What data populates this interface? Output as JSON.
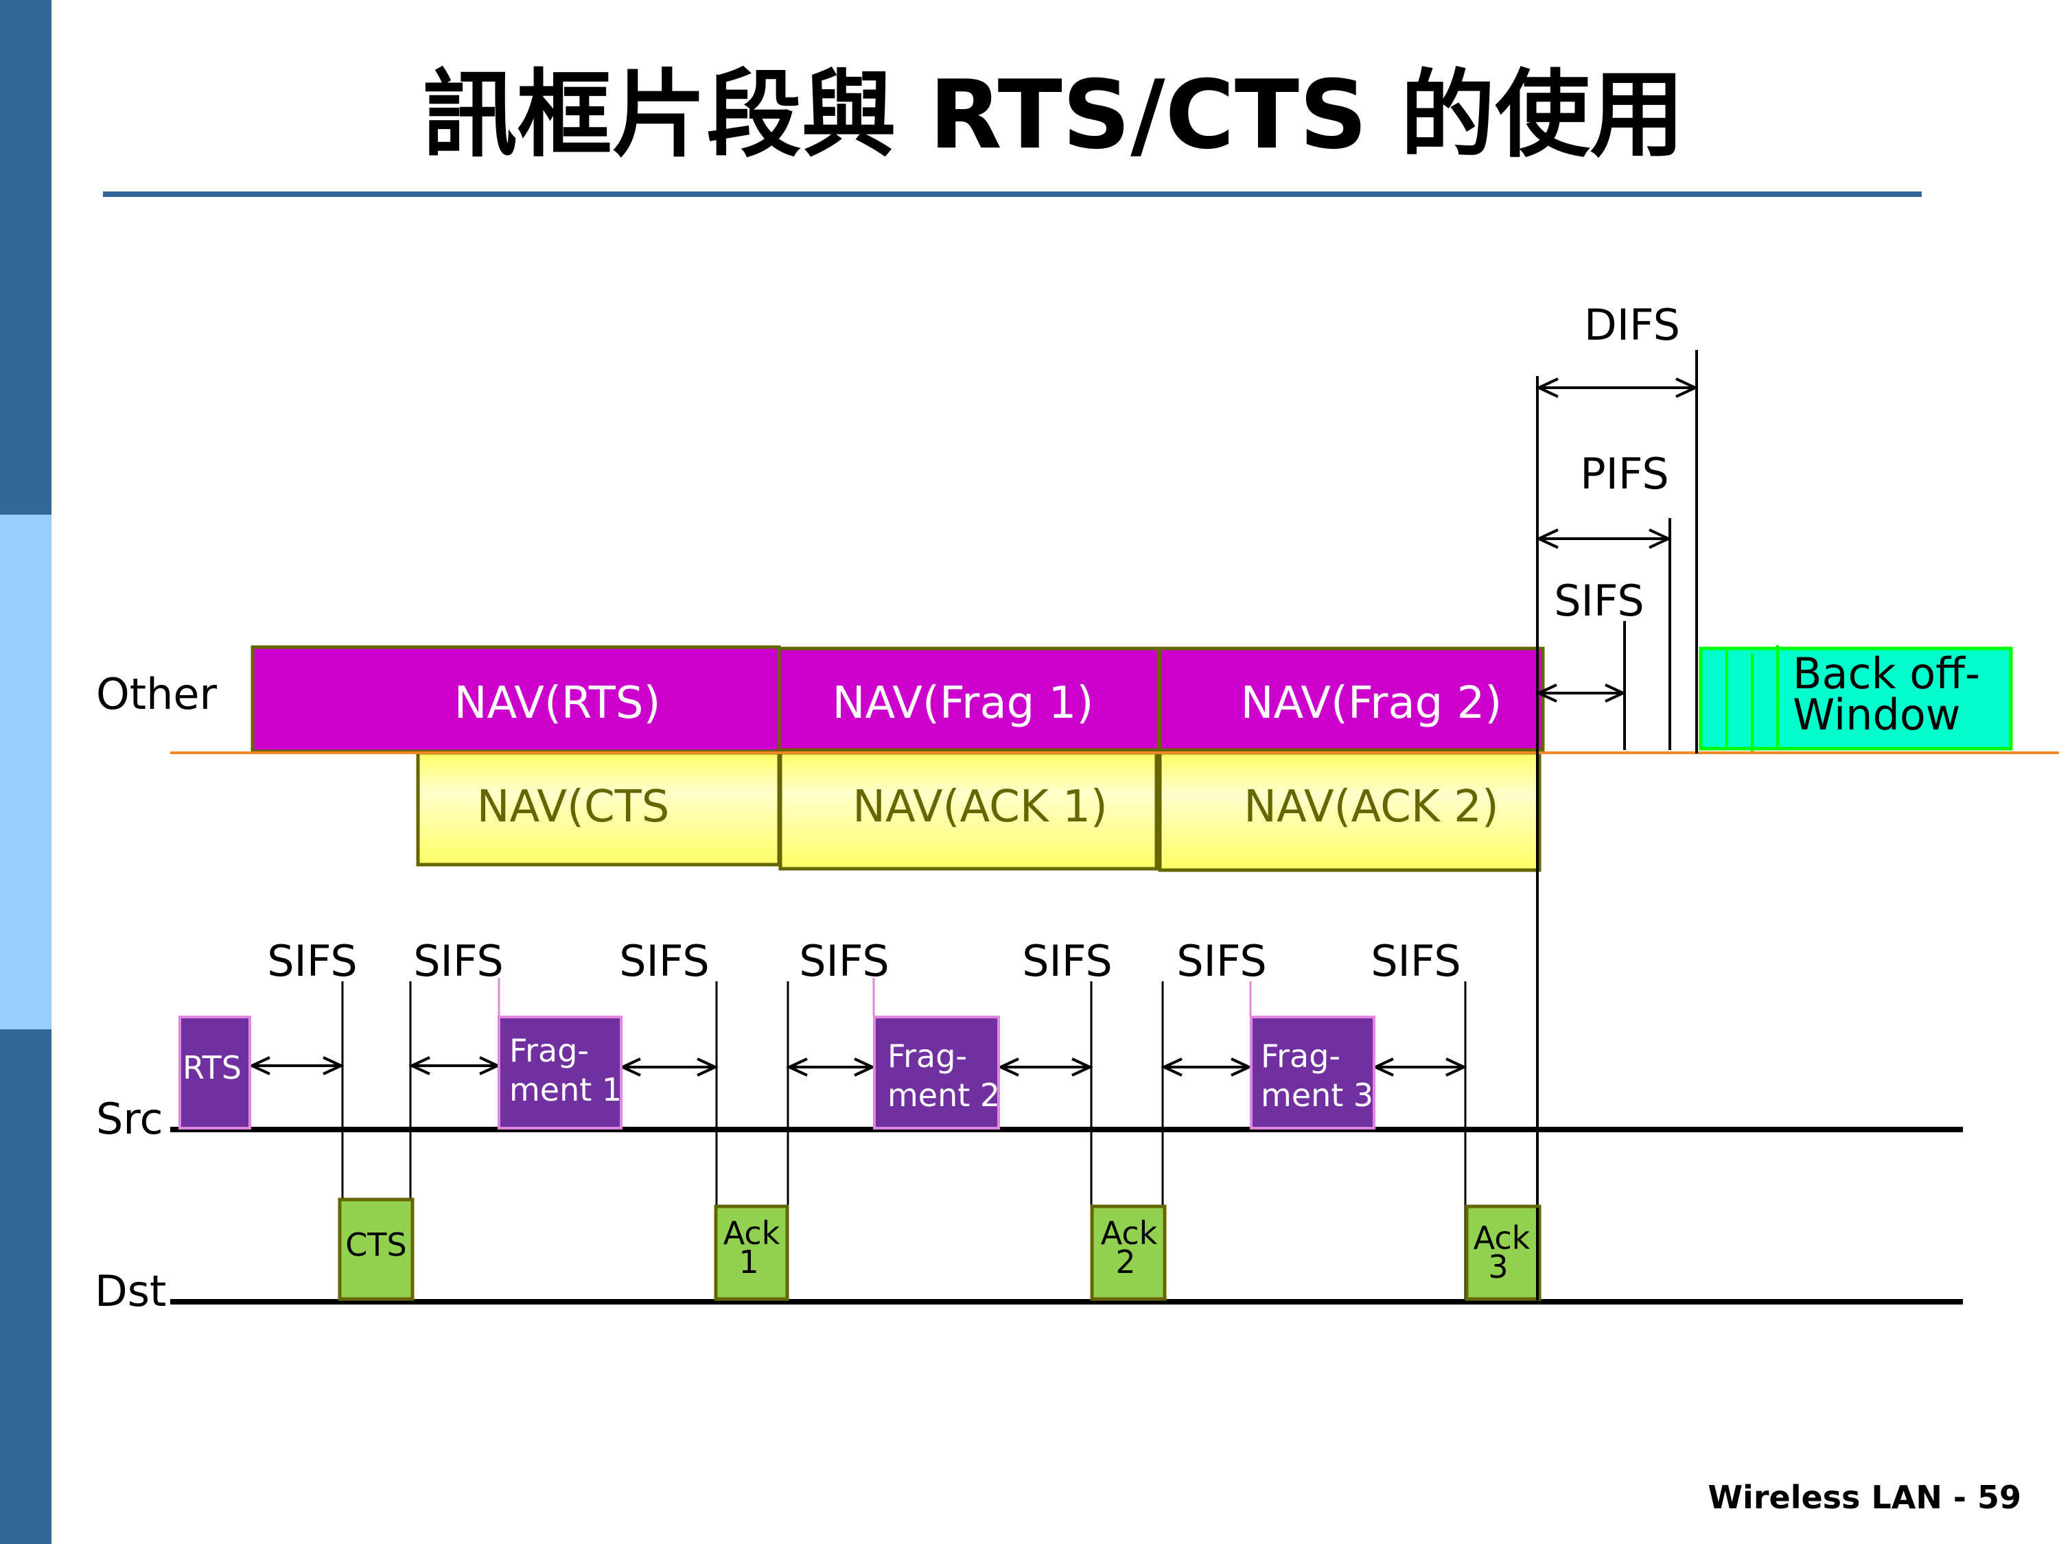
{
  "slide": {
    "title": "訊框片段與 RTS/CTS 的使用",
    "footer": "Wireless LAN - 59",
    "colors": {
      "sidebar_dark": "#336699",
      "sidebar_light": "#99ccff",
      "title_rule": "#336699",
      "nav_top_fill": "#cc00cc",
      "nav_border": "#666600",
      "nav_bottom_fill": "#ffff77",
      "timeline_divider": "#f08a24",
      "src_frame_fill": "#7030a0",
      "src_frame_border": "#e088e0",
      "dst_frame_fill": "#92d050",
      "backoff_fill": "#00ffcc",
      "backoff_border": "#00ff00"
    }
  },
  "diagram": {
    "rows": {
      "other": "Other",
      "src": "Src",
      "dst": "Dst"
    },
    "nav_other_top": [
      {
        "label": "NAV(RTS)"
      },
      {
        "label": "NAV(Frag 1)"
      },
      {
        "label": "NAV(Frag 2)"
      }
    ],
    "nav_other_bottom": [
      {
        "label": "NAV(CTS"
      },
      {
        "label": "NAV(ACK 1)"
      },
      {
        "label": "NAV(ACK 2)"
      }
    ],
    "ifs": {
      "difs": "DIFS",
      "pifs": "PIFS",
      "sifs": "SIFS"
    },
    "backoff": {
      "line1": "Back off-",
      "line2": "Window"
    },
    "sifs_labels": [
      "SIFS",
      "SIFS",
      "SIFS",
      "SIFS",
      "SIFS",
      "SIFS",
      "SIFS"
    ],
    "src_frames": [
      {
        "line1": "RTS",
        "line2": ""
      },
      {
        "line1": "Frag-",
        "line2": "ment 1"
      },
      {
        "line1": "Frag-",
        "line2": "ment 2"
      },
      {
        "line1": "Frag-",
        "line2": "ment 3"
      }
    ],
    "dst_frames": [
      {
        "line1": "CTS",
        "line2": ""
      },
      {
        "line1": "Ack",
        "line2": "1"
      },
      {
        "line1": "Ack",
        "line2": "2"
      },
      {
        "line1": "Ack",
        "line2": "3"
      }
    ]
  }
}
